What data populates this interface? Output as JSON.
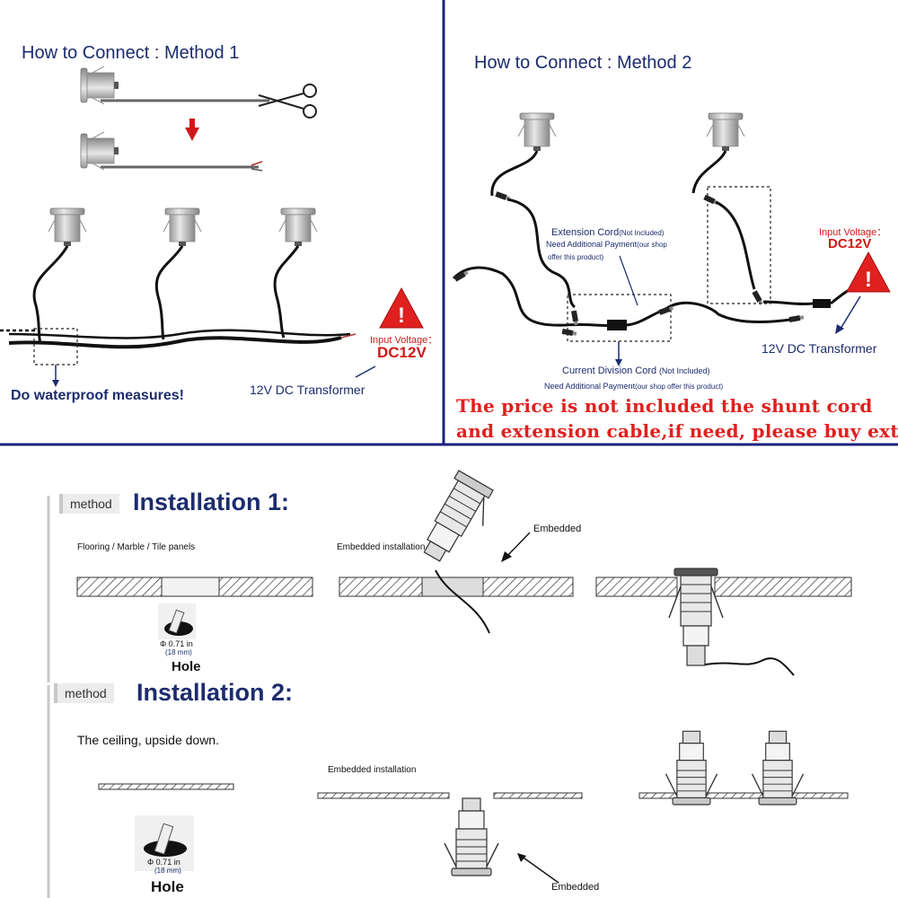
{
  "method1": {
    "title": "How to Connect : Method 1",
    "waterproof": "Do waterproof measures!",
    "voltage_label": "Input Voltage：",
    "voltage_value": "DC12V",
    "transformer": "12V DC Transformer"
  },
  "method2": {
    "title": "How to Connect : Method 2",
    "extension_cord": "Extension Cord",
    "not_included_1": "(Not Included)",
    "need_payment_1": "Need Additional Payment",
    "our_shop_1": "(our shop",
    "offer_product": "offer this product)",
    "voltage_label": "Input Voltage：",
    "voltage_value": "DC12V",
    "transformer": "12V DC Transformer",
    "division_cord": "Current Division Cord",
    "not_included_2": "(Not Included)",
    "need_payment_2": "Need Additional Payment",
    "our_shop_2": "(our shop offer this product)"
  },
  "notice": {
    "line1": "The price is not included the shunt cord",
    "line2": "and extension cable,if need, please buy extra."
  },
  "installation1": {
    "tab": "method",
    "title": "Installation 1:",
    "surface": "Flooring / Marble / Tile panels",
    "embedded_installation": "Embedded installation",
    "embedded": "Embedded",
    "hole_size": "Φ 0.71 in",
    "hole_mm": "(18 mm)",
    "hole": "Hole"
  },
  "installation2": {
    "tab": "method",
    "title": "Installation 2:",
    "surface": "The ceiling, upside down.",
    "embedded_installation": "Embedded installation",
    "embedded": "Embedded",
    "hole_size": "Φ 0.71 in",
    "hole_mm": "(18 mm)",
    "hole": "Hole"
  },
  "colors": {
    "navy": "#1c2c6e",
    "red": "#e0201e",
    "divider": "#1a237e"
  }
}
